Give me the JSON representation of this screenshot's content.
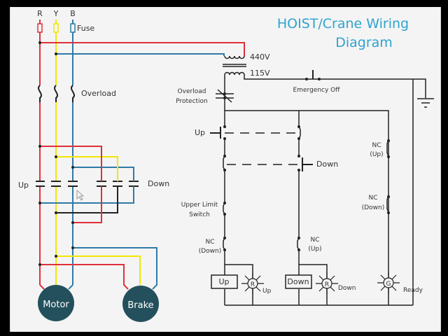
{
  "title": {
    "line1": "HOIST/Crane Wiring",
    "line2": "Diagram",
    "color": "#2ea3d0"
  },
  "phases": {
    "r": "R",
    "y": "Y",
    "b": "B"
  },
  "colors": {
    "red": "#e0303a",
    "yellow": "#f2e600",
    "blue": "#2f7aa8",
    "black": "#222222",
    "motor": "#23505c"
  },
  "power_circuit": {
    "fuse_label": "Fuse",
    "overload_label": "Overload",
    "up_label": "Up",
    "down_label": "Down",
    "motor_label": "Motor",
    "brake_label": "Brake"
  },
  "control_circuit": {
    "v_primary": "440V",
    "v_secondary": "115V",
    "emergency_off": "Emergency Off",
    "overload_protection_1": "Overload",
    "overload_protection_2": "Protection",
    "up_button": "Up",
    "down_button": "Down",
    "upper_limit_1": "Upper Limit",
    "upper_limit_2": "Switch",
    "nc": "NC",
    "nc_down": "(Down)",
    "nc_up": "(Up)",
    "up_coil": "Up",
    "down_coil": "Down",
    "lamp_r": "R",
    "lamp_g": "G",
    "lamp_up_label": "Up",
    "lamp_down_label": "Down",
    "lamp_ready_label": "Ready"
  }
}
